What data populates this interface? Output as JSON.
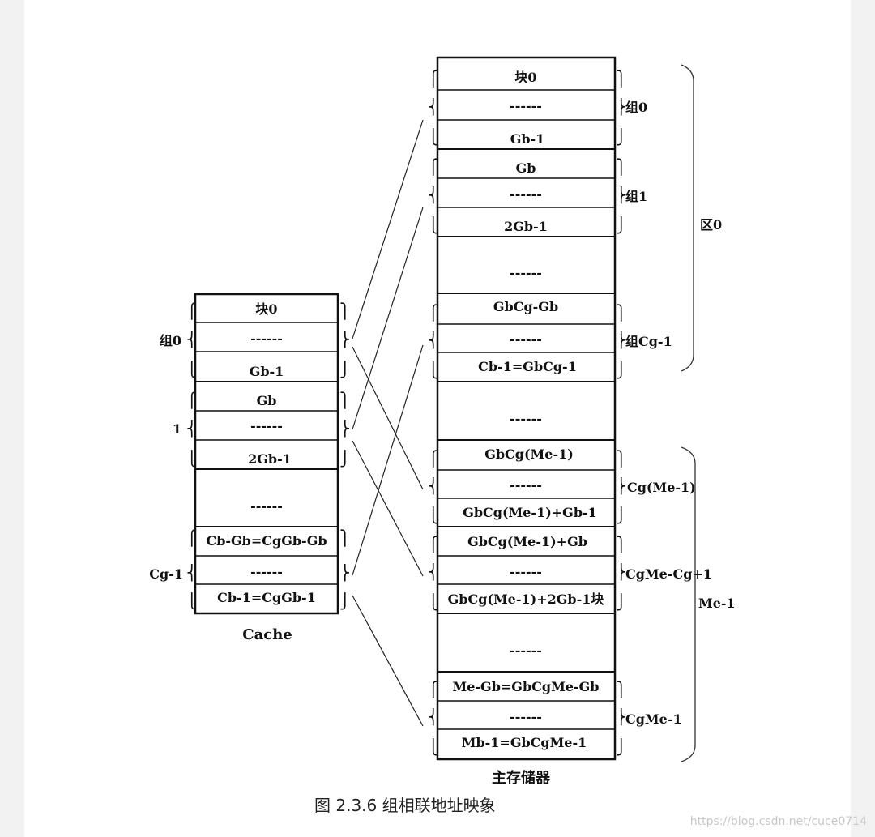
{
  "cache": {
    "cells": [
      "块0",
      "------",
      "Gb-1",
      "Gb",
      "------",
      "2Gb-1",
      "------",
      "Cb-Gb=CgGb-Gb",
      "------",
      "Cb-1=CgGb-1"
    ],
    "group_labels": [
      "组0",
      "1",
      "Cg-1"
    ],
    "title": "Cache"
  },
  "memory": {
    "cells": [
      "块0",
      "------",
      "Gb-1",
      "Gb",
      "------",
      "2Gb-1",
      "------",
      "GbCg-Gb",
      "------",
      "Cb-1=GbCg-1",
      "------",
      "GbCg(Me-1)",
      "------",
      "GbCg(Me-1)+Gb-1",
      "GbCg(Me-1)+Gb",
      "------",
      "GbCg(Me-1)+2Gb-1块",
      "------",
      "Me-Gb=GbCgMe-Gb",
      "------",
      "Mb-1=GbCgMe-1"
    ],
    "group_labels": [
      "组0",
      "组1",
      "组Cg-1",
      "Cg(Me-1)",
      "CgMe-Cg+1",
      "CgMe-1"
    ],
    "region_labels": [
      "区0",
      "Me-1"
    ],
    "title": "主存储器"
  },
  "caption": "图 2.3.6 组相联地址映象",
  "watermark": "https://blog.csdn.net/cuce0714"
}
